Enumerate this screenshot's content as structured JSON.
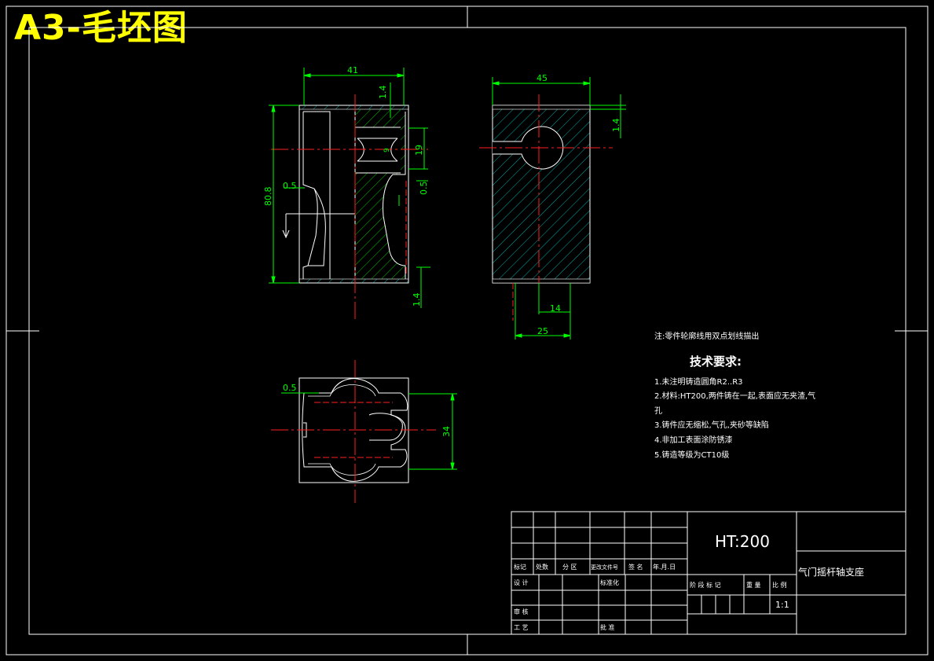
{
  "header": {
    "title": "A3-毛坯图"
  },
  "dimensions": {
    "front_width": "41",
    "front_top_14": "1.4",
    "front_height": "80.8",
    "front_left_05": "0.5",
    "front_right_05": "0.5",
    "front_19": "19",
    "front_9": "9",
    "front_bottom_14": "1.4",
    "side_width": "45",
    "side_14": "1.4",
    "side_bot_14": "14",
    "side_bot_25": "25",
    "top_05": "0.5",
    "top_34": "34"
  },
  "notes": {
    "outline_note": "注:零件轮廓线用双点划线描出",
    "tech_title": "技术要求:",
    "items": [
      "1.未注明铸造圆角R2..R3",
      "2.材料:HT200,两件铸在一起,表面应无夹渣,气",
      "孔",
      "3.铸件应无缩松,气孔,夹砂等缺陷",
      "4.非加工表面涂防锈漆",
      "5.铸造等级为CT10级"
    ]
  },
  "title_block": {
    "material": "HT:200",
    "part_name": "气门摇杆轴支座",
    "scale": "1:1",
    "row_labels": [
      "标记",
      "处数",
      "分 区",
      "更改文件号",
      "签 名",
      "年.月.日"
    ],
    "design": "设 计",
    "standard": "标准化",
    "stage_mark": "阶 段 标 记",
    "weight": "重 量",
    "ratio": "比 例",
    "review": "审 核",
    "craft": "工 艺",
    "approve": "批 准"
  }
}
